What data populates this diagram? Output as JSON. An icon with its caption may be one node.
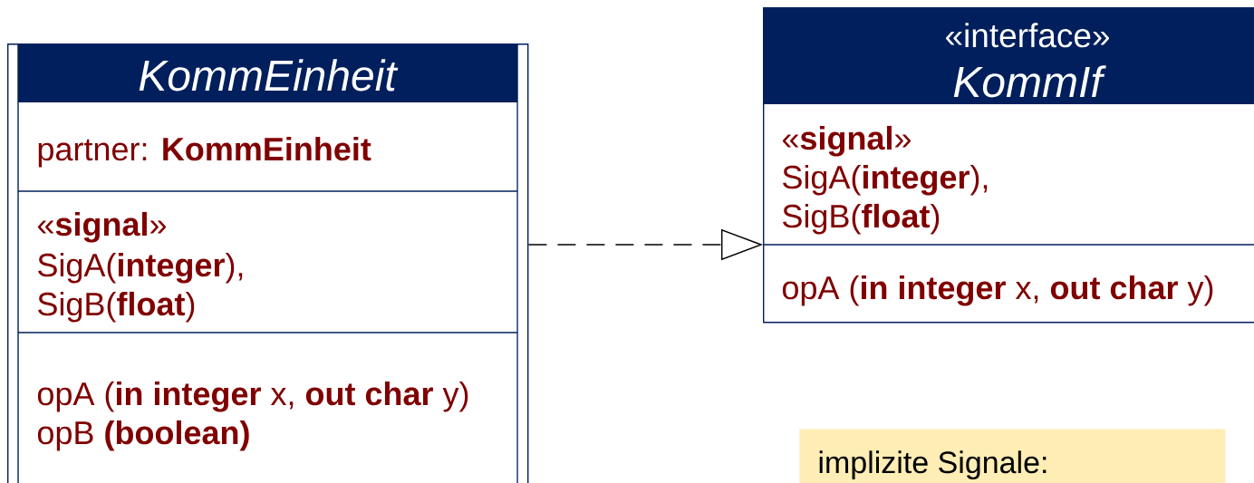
{
  "diagram": {
    "nodes": [
      {
        "text": [
          "KommEinheit",
          "partner: **KommEinheit**",
          "«**signal**»",
          "SigA(**integer**),",
          "SigB(**float**)",
          "opA (**in integer** x, **out char** y)",
          "opB **(boolean)**"
        ]
      },
      {
        "text": [
          "«interface»",
          "KommIf",
          "«**signal**»",
          "SigA(**integer**),",
          "SigB(**float**)",
          "opA (**in integer** x, **out char** y)"
        ]
      },
      {
        "text": [
          "implizite Signale:"
        ]
      }
    ],
    "edges": [
      {
        "from": 0,
        "to": 1,
        "arrow": "to",
        "style": "dashed"
      }
    ]
  }
}
